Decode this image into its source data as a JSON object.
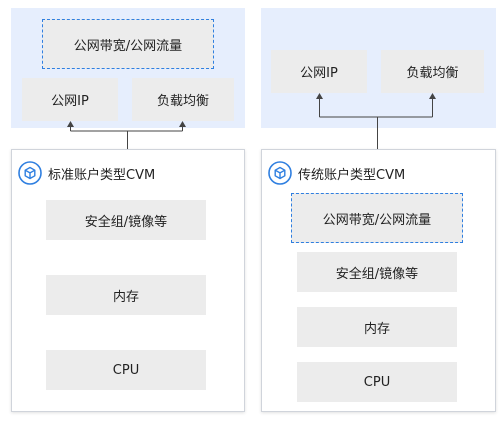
{
  "left": {
    "public_bandwidth": "公网带宽/公网流量",
    "public_ip": "公网IP",
    "load_balancer": "负载均衡",
    "title": "标准账户类型CVM",
    "security": "安全组/镜像等",
    "memory": "内存",
    "cpu": "CPU"
  },
  "right": {
    "public_ip": "公网IP",
    "load_balancer": "负载均衡",
    "title": "传统账户类型CVM",
    "public_bandwidth": "公网带宽/公网流量",
    "security": "安全组/镜像等",
    "memory": "内存",
    "cpu": "CPU"
  },
  "colors": {
    "network_background": "#e6eefd",
    "accent": "#2f7fe0",
    "box_fill": "#ececec",
    "connector": "#444444"
  },
  "icons": {
    "cvm": "cvm-icon"
  }
}
